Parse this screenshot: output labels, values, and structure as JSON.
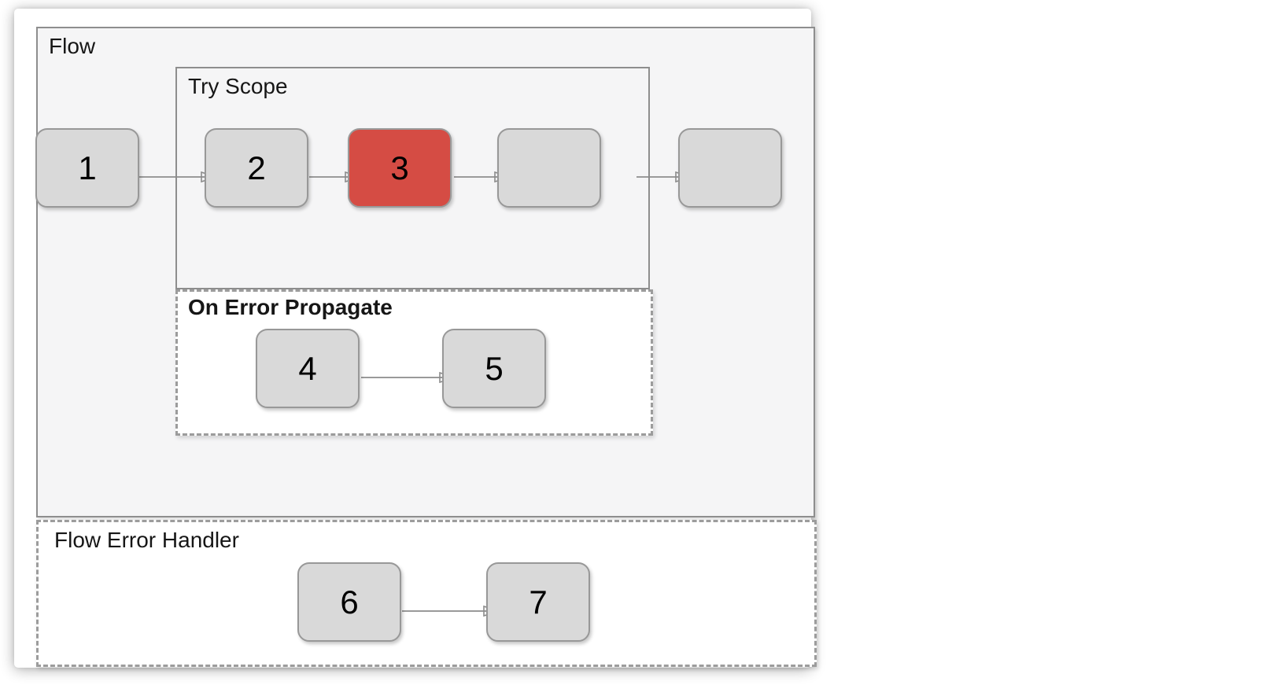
{
  "diagram": {
    "containers": {
      "flow": {
        "label": "Flow"
      },
      "try_scope": {
        "label": "Try Scope"
      },
      "on_error_propagate": {
        "label": "On Error Propagate"
      },
      "flow_error_handler": {
        "label": "Flow Error Handler"
      }
    },
    "nodes": {
      "main_flow": [
        {
          "label": "1",
          "variant": "normal"
        },
        {
          "label": "2",
          "variant": "normal"
        },
        {
          "label": "3",
          "variant": "error"
        },
        {
          "label": "",
          "variant": "normal"
        },
        {
          "label": "",
          "variant": "normal"
        }
      ],
      "on_error_propagate": [
        {
          "label": "4",
          "variant": "normal"
        },
        {
          "label": "5",
          "variant": "normal"
        }
      ],
      "flow_error_handler": [
        {
          "label": "6",
          "variant": "normal"
        },
        {
          "label": "7",
          "variant": "normal"
        }
      ]
    },
    "colors": {
      "error_node_fill": "#d54c44",
      "node_fill": "#d9d9d9",
      "node_border": "#989898",
      "flow_fill": "#f5f5f6",
      "container_border": "#8e8e8e",
      "dashed_border": "#9c9c9c",
      "arrow": "#8c8c8c",
      "panel_background": "#ffffff"
    }
  }
}
